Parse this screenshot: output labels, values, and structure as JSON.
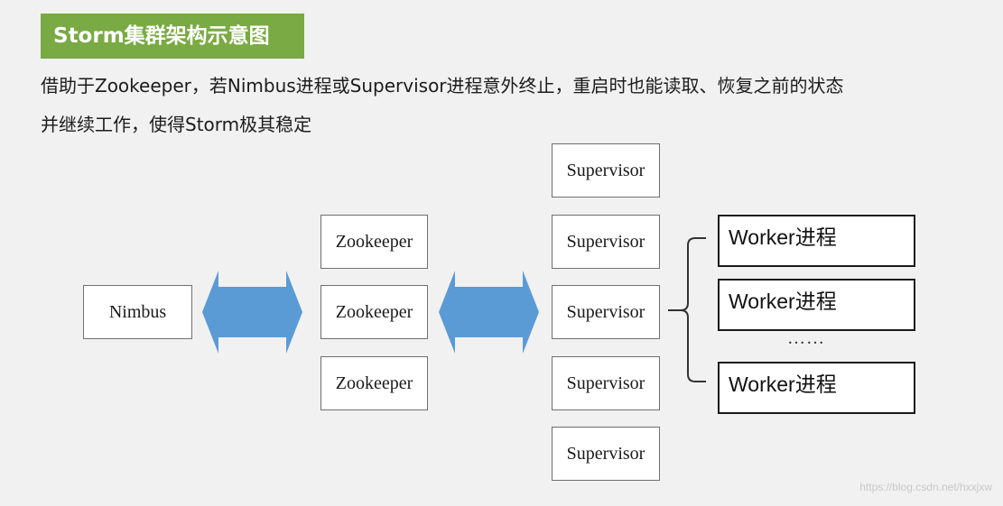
{
  "title": "Storm集群架构示意图",
  "description": {
    "line1": "借助于Zookeeper，若Nimbus进程或Supervisor进程意外终止，重启时也能读取、恢复之前的状态",
    "line2": "并继续工作，使得Storm极其稳定"
  },
  "nodes": {
    "nimbus": "Nimbus",
    "zookeepers": [
      "Zookeeper",
      "Zookeeper",
      "Zookeeper"
    ],
    "supervisors": [
      "Supervisor",
      "Supervisor",
      "Supervisor",
      "Supervisor",
      "Supervisor"
    ],
    "workers": [
      "Worker进程",
      "Worker进程",
      "Worker进程"
    ],
    "ellipsis": "……"
  },
  "colors": {
    "banner": "#7aaa43",
    "arrow": "#5b9bd5"
  },
  "watermark": "https://blog.csdn.net/hxxjxw"
}
